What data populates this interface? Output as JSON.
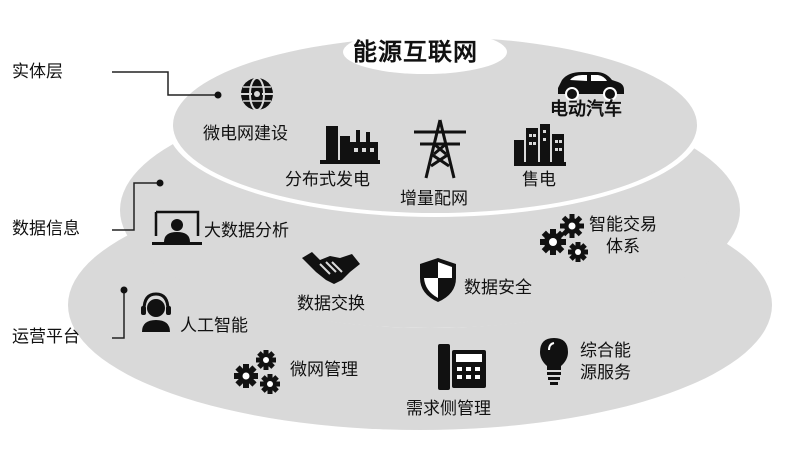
{
  "title": "能源互联网",
  "layers": {
    "physical": "实体层",
    "data_info": "数据信息",
    "operation": "运营平台"
  },
  "nodes": {
    "microgrid_build": "微电网建设",
    "ev": "电动汽车",
    "distributed_gen": "分布式发电",
    "incremental_grid": "增量配网",
    "retail": "售电",
    "big_data": "大数据分析",
    "smart_trading": "智能交易\n体系",
    "data_exchange": "数据交换",
    "data_security": "数据安全",
    "ai": "人工智能",
    "microgrid_mgmt": "微网管理",
    "demand_mgmt": "需求侧管理",
    "energy_service": "综合能\n源服务"
  },
  "colors": {
    "ring": "#d9d9d9",
    "gap": "#ffffff",
    "icon": "#111111",
    "line": "#222222"
  },
  "icons": [
    "globe-icon",
    "car-icon",
    "factory-icon",
    "pylon-icon",
    "city-icon",
    "screen-user-icon",
    "gears-icon",
    "handshake-icon",
    "shield-icon",
    "headset-user-icon",
    "gears-icon",
    "phone-icon",
    "bulb-icon"
  ]
}
